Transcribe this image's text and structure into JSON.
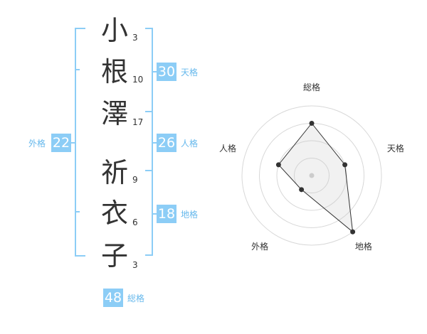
{
  "name_characters": [
    {
      "char": "小",
      "strokes": "3"
    },
    {
      "char": "根",
      "strokes": "10"
    },
    {
      "char": "澤",
      "strokes": "17"
    },
    {
      "char": "祈",
      "strokes": "9"
    },
    {
      "char": "衣",
      "strokes": "6"
    },
    {
      "char": "子",
      "strokes": "3"
    }
  ],
  "fortunes": {
    "tenkaku": {
      "label": "天格",
      "value": "30"
    },
    "jinkaku": {
      "label": "人格",
      "value": "26"
    },
    "chikaku": {
      "label": "地格",
      "value": "18"
    },
    "gaikaku": {
      "label": "外格",
      "value": "22"
    },
    "soukaku": {
      "label": "総格",
      "value": "48"
    }
  },
  "colors": {
    "accent": "#8ccdf6",
    "label": "#66b8ec",
    "text": "#333333"
  },
  "chart_data": {
    "type": "radar",
    "axes": [
      "総格",
      "天格",
      "地格",
      "外格",
      "人格"
    ],
    "scale_max": 4,
    "rings": 4,
    "values": [
      3,
      2,
      4,
      1,
      2
    ]
  }
}
